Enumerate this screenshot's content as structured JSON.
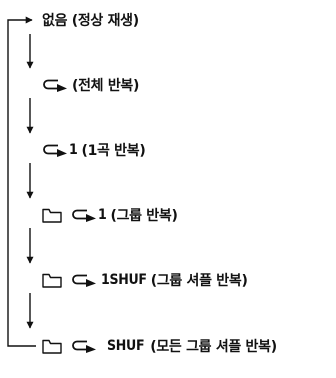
{
  "modes": [
    {
      "text": "없음 (정상 재생)",
      "folder": false,
      "repeat": false,
      "code": ""
    },
    {
      "text": "(전체 반복)",
      "folder": false,
      "repeat": true,
      "code": ""
    },
    {
      "text": "(1곡 반복)",
      "folder": false,
      "repeat": true,
      "code": "1"
    },
    {
      "text": "(그룹 반복)",
      "folder": true,
      "repeat": true,
      "code": "1"
    },
    {
      "text": "(그룹 셔플 반복)",
      "folder": true,
      "repeat": true,
      "code": "1SHUF"
    },
    {
      "text": "(모든 그룹 셔플 반복)",
      "folder": true,
      "repeat": true,
      "code": "SHUF"
    }
  ],
  "icons": {
    "folder": "folder-icon",
    "repeat": "repeat-arrow-icon",
    "flow_arrow": "down-arrow-icon",
    "loop_arrow": "loop-back-arrow-icon"
  },
  "colors": {
    "ink": "#111111",
    "background": "#ffffff"
  }
}
